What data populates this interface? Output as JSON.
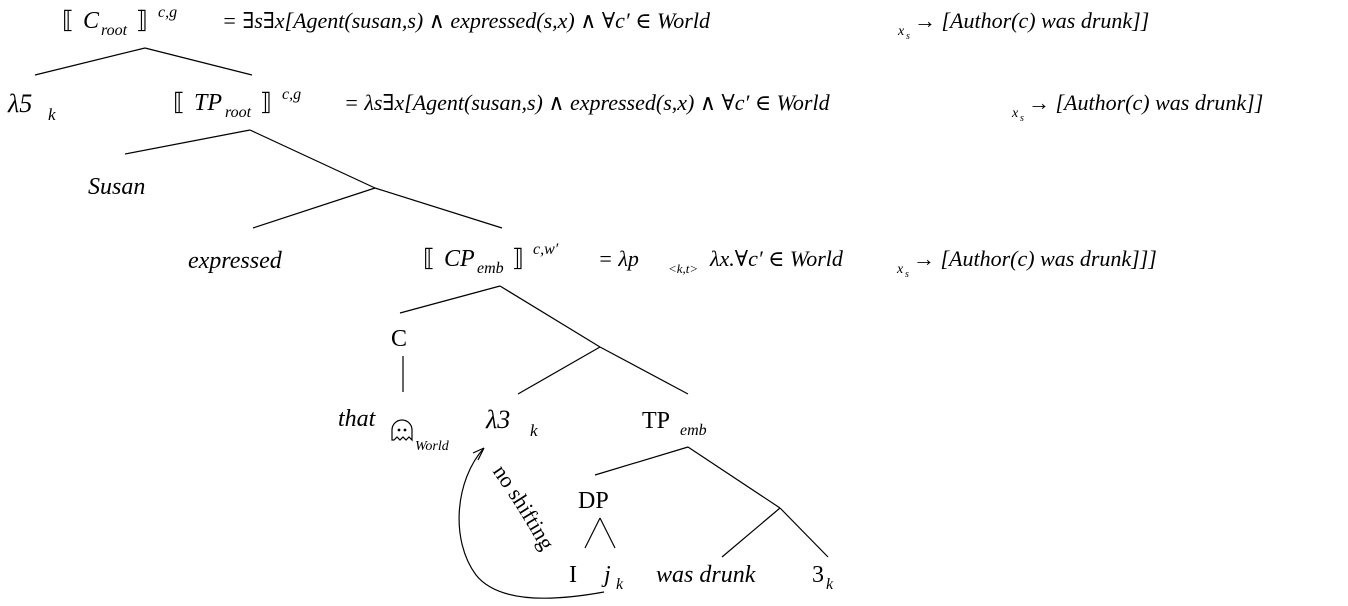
{
  "root": {
    "den_C": "C",
    "den_C_sub": "root",
    "den_C_sup": "c,g",
    "formula": "= ∃s∃x[Agent(susan,s) ∧ expressed(s,x) ∧ ∀c′ ∈ World",
    "formula_sub": "x",
    "formula_subsub": "s",
    "formula_end": " → [Author(c) was drunk]]"
  },
  "lambda5": {
    "lam": "λ5",
    "sub": "k"
  },
  "tp_root": {
    "den_C": "TP",
    "den_C_sub": "root",
    "den_C_sup": "c,g",
    "formula": "= λs∃x[Agent(susan,s) ∧ expressed(s,x) ∧ ∀c′ ∈ World",
    "formula_sub": "x",
    "formula_subsub": "s",
    "formula_end": " → [Author(c) was drunk]]"
  },
  "susan": "Susan",
  "expressed": "expressed",
  "cp_emb": {
    "den_C": "CP",
    "den_C_sub": "emb",
    "den_C_sup": "c,w′",
    "formula": "= λp",
    "formula_sub": "<k,t>",
    "formula_mid": "λx.∀c′ ∈ World",
    "formula_sub2": "x",
    "formula_subsub2": "s",
    "formula_end": " → [Author(c) was drunk]]]"
  },
  "c_label": "C",
  "that": {
    "word": "that",
    "sub": "World"
  },
  "lambda3": {
    "lam": "λ3",
    "sub": "k"
  },
  "tp_emb": {
    "label": "TP",
    "sub": "emb"
  },
  "dp": "DP",
  "i_label": "I",
  "jk": {
    "j": "j",
    "sub": "k"
  },
  "was_drunk": "was drunk",
  "three_k": {
    "num": "3",
    "sub": "k"
  },
  "arrow_label": "no shifting"
}
